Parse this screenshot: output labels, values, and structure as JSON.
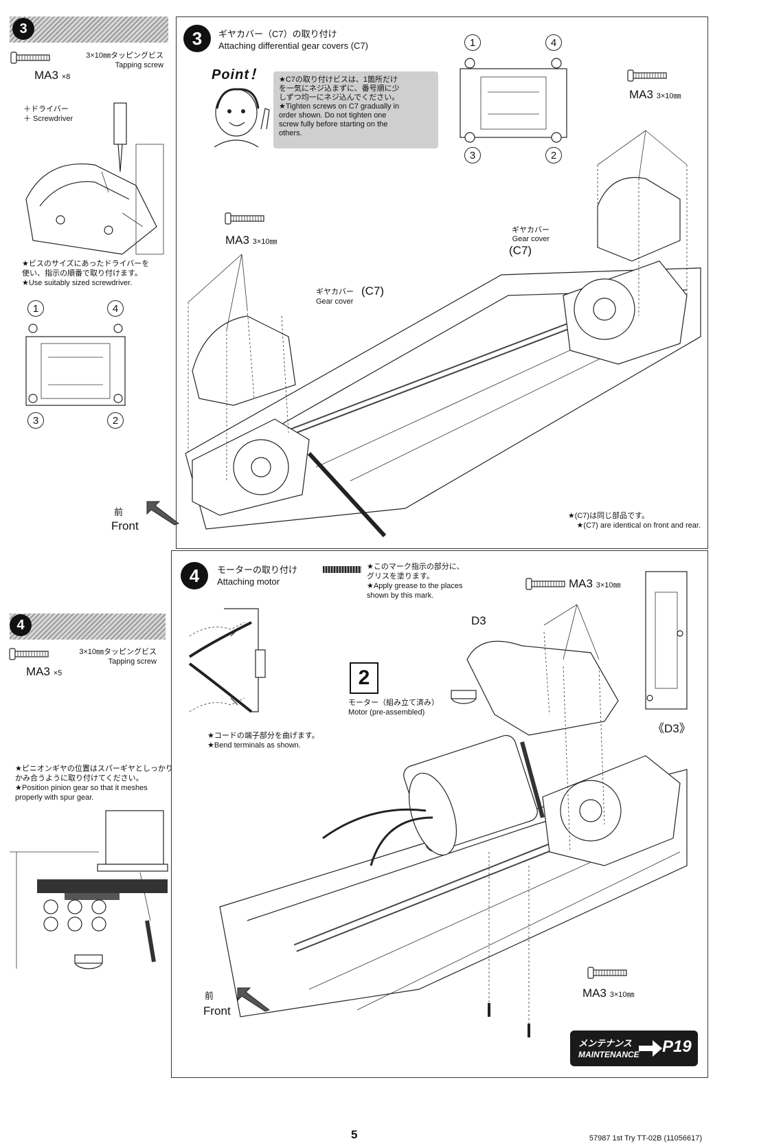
{
  "left_step3": {
    "number": "3",
    "screw_desc_ja": "3×10㎜タッピングビス",
    "screw_desc_en": "Tapping screw",
    "screw_name": "MA3",
    "screw_qty": "×8",
    "driver_ja": "＋ドライバー",
    "driver_en": "＋ Screwdriver",
    "note_ja_1": "★ビスのサイズにあったドライバーを",
    "note_ja_2": "使い、指示の順番で取り付けます。",
    "note_en": "★Use suitably sized screwdriver.",
    "order": [
      "1",
      "4",
      "3",
      "2"
    ]
  },
  "step3": {
    "number": "3",
    "title_ja": "ギヤカバー（C7）の取り付け",
    "title_en": "Attaching differential gear covers (C7)",
    "point_label": "Point！",
    "point_ja_1": "★C7の取り付けビスは、1箇所だけ",
    "point_ja_2": "を一気にネジ込まずに、番号順に少",
    "point_ja_3": "しずつ均一にネジ込んでください。",
    "point_en_1": "★Tighten screws on C7 gradually in",
    "point_en_2": "order shown. Do not tighten one",
    "point_en_3": "screw fully before starting on the",
    "point_en_4": "others.",
    "order": [
      "1",
      "4",
      "3",
      "2"
    ],
    "screw_right_name": "MA3",
    "screw_right_size": "3×10㎜",
    "screw_left_name": "MA3",
    "screw_left_size": "3×10㎜",
    "gear_cover_ja": "ギヤカバー",
    "gear_cover_en": "Gear cover",
    "gear_cover_code": "(C7)",
    "front_ja": "前",
    "front_en": "Front",
    "identical_ja": "★(C7)は同じ部品です。",
    "identical_en": "★(C7) are identical on front and rear."
  },
  "left_step4": {
    "number": "4",
    "screw_desc_ja": "3×10㎜タッピングビス",
    "screw_desc_en": "Tapping screw",
    "screw_name": "MA3",
    "screw_qty": "×5",
    "pinion_ja_1": "★ピニオンギヤの位置はスパーギヤとしっかり",
    "pinion_ja_2": "かみ合うように取り付けてください。",
    "pinion_en_1": "★Position pinion gear so that it meshes",
    "pinion_en_2": "properly with spur gear."
  },
  "step4": {
    "number": "4",
    "title_ja": "モーターの取り付け",
    "title_en": "Attaching motor",
    "grease_ja_1": "★このマーク指示の部分に、",
    "grease_ja_2": "グリスを塗ります。",
    "grease_en_1": "★Apply grease to the places",
    "grease_en_2": "shown by this mark.",
    "bend_ja": "★コードの端子部分を曲げます。",
    "bend_en": "★Bend terminals as shown.",
    "motor_bag": "2",
    "motor_ja": "モーター（組み立て済み）",
    "motor_en": "Motor (pre-assembled)",
    "part_d3": "D3",
    "part_d3_detail": "《D3》",
    "screw_top_name": "MA3",
    "screw_top_size": "3×10㎜",
    "screw_bottom_name": "MA3",
    "screw_bottom_size": "3×10㎜",
    "front_ja": "前",
    "front_en": "Front",
    "maint_ja": "メンテナンス",
    "maint_en": "MAINTENANCE",
    "maint_page": "P19"
  },
  "footer": {
    "page_number": "5",
    "doc_id": "57987 1st Try TT-02B (11056617)"
  }
}
